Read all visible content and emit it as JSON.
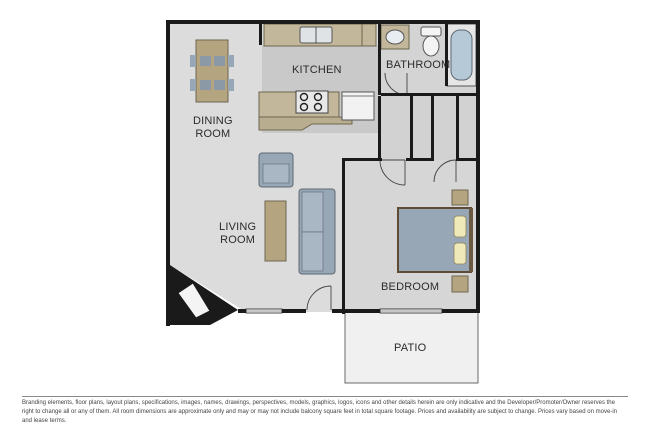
{
  "rooms": {
    "kitchen": "KITCHEN",
    "bathroom": "BATHROOM",
    "dining_line1": "DINING",
    "dining_line2": "ROOM",
    "living_line1": "LIVING",
    "living_line2": "ROOM",
    "bedroom": "BEDROOM",
    "patio": "PATIO"
  },
  "disclaimer": "Branding elements, floor plans, layout plans, specifications, images, names, drawings, perspectives, models, graphics, logos, icons and other details herein are only indicative and the Developer/Promoter/Owner reserves the right to change all or any of them. All room dimensions are approximate only and may or may not include balcony square feet in total square footage. Prices and availability are subject to change. Prices vary based on move-in and lease terms.",
  "colors": {
    "wall": "#1a1a1a",
    "floor": "#dcdcdc",
    "kitchen_floor": "#c9c9c9",
    "counter": "#c2b79a",
    "furniture_blue": "#98a7b6",
    "coffee_table": "#b5a480",
    "patio_floor": "#f0f0f0"
  }
}
